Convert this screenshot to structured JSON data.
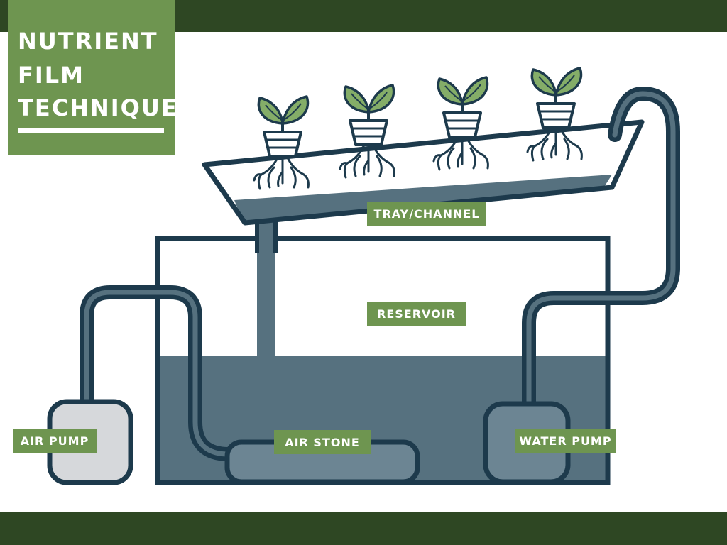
{
  "title": {
    "lines": [
      "NUTRIENT",
      "FILM",
      "TECHNIQUE"
    ]
  },
  "labels": {
    "tray": "TRAY/CHANNEL",
    "reservoir": "RESERVOIR",
    "air_pump": "AIR PUMP",
    "air_stone": "AIR STONE",
    "water_pump": "WATER PUMP"
  },
  "colors": {
    "band_dark": "#2e4723",
    "title_green": "#6e9550",
    "label_green": "#6e9550",
    "outline_navy": "#1d3a4c",
    "water_slate": "#56717f",
    "stone_slate": "#6c8593",
    "air_pump_fill": "#d6d8db",
    "leaf_green": "#84ad68",
    "white": "#ffffff"
  },
  "icons": [
    "seedling-icon",
    "net-pot-icon",
    "roots-icon"
  ]
}
